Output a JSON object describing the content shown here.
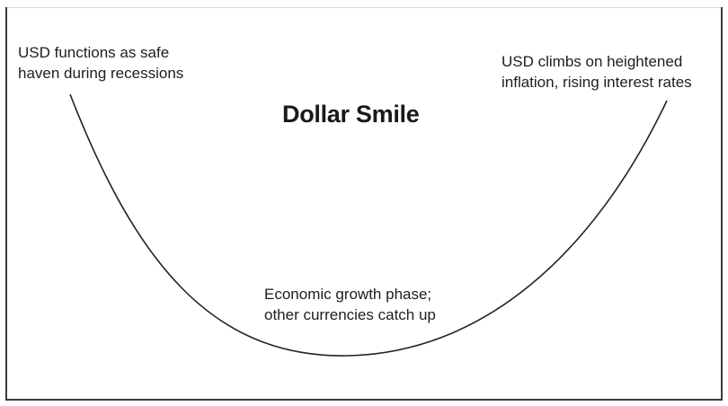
{
  "title": "Dollar Smile",
  "labels": {
    "left": {
      "line1": "USD functions as safe",
      "line2": "haven during recessions"
    },
    "right": {
      "line1": "USD climbs on heightened",
      "line2": "inflation, rising interest rates"
    },
    "bottom": {
      "line1": "Economic growth phase;",
      "line2": "other currencies catch up"
    }
  },
  "colors": {
    "curve": "#222222",
    "text": "#1e1e1e",
    "frame": "#3a3a3a"
  }
}
